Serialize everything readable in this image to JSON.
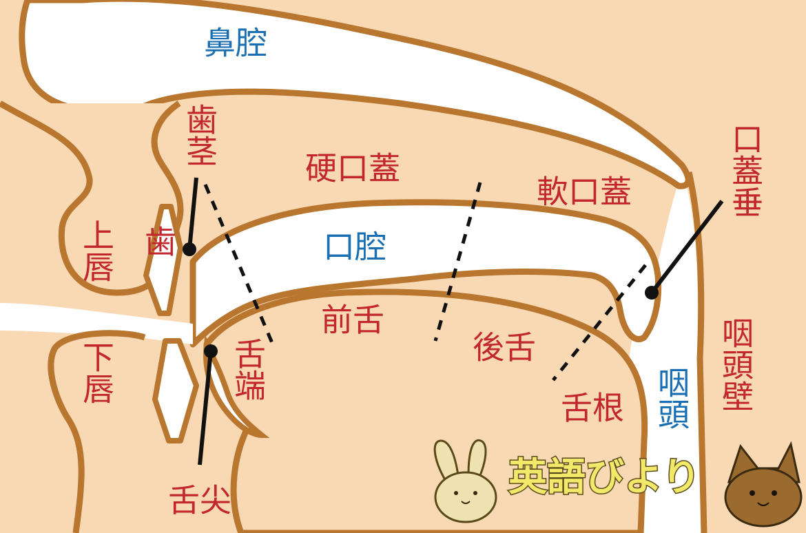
{
  "colors": {
    "tissue": "#f9d8b4",
    "outline": "#b8762f",
    "cavity": "#ffffff",
    "articulator_label": "#c1272d",
    "cavity_label": "#1a6fb3",
    "pointer": "#111111",
    "logo_fill": "#f2e96a"
  },
  "cavity_labels": {
    "nasal_cavity": "鼻腔",
    "oral_cavity": "口腔",
    "pharynx": "咽頭"
  },
  "articulator_labels": {
    "gums": "歯茎",
    "hard_palate": "硬口蓋",
    "soft_palate": "軟口蓋",
    "uvula": "口蓋垂",
    "upper_lip": "上唇",
    "teeth": "歯",
    "lower_lip": "下唇",
    "tongue_blade": "舌端",
    "front_tongue": "前舌",
    "back_tongue": "後舌",
    "tongue_root": "舌根",
    "tongue_tip": "舌尖",
    "pharyngeal_wall": "咽頭壁"
  },
  "logo": {
    "text": "英語びより",
    "rabbit_icon": "rabbit-icon",
    "cat_icon": "cat-icon"
  }
}
